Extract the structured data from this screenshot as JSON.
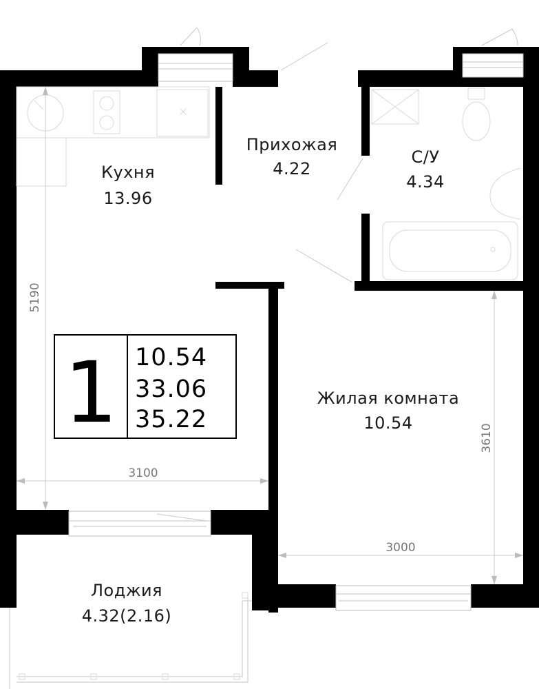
{
  "rooms": {
    "kitchen": {
      "name": "Кухня",
      "area": "13.96"
    },
    "hallway": {
      "name": "Прихожая",
      "area": "4.22"
    },
    "bathroom": {
      "name": "С/У",
      "area": "4.34"
    },
    "living": {
      "name": "Жилая комната",
      "area": "10.54"
    },
    "loggia": {
      "name": "Лоджия",
      "area": "4.32(2.16)"
    }
  },
  "dimensions": {
    "kitchen_width": "3100",
    "kitchen_length": "5190",
    "living_width": "3000",
    "living_length": "3610"
  },
  "summary_badge": {
    "rooms_count": "1",
    "living_area": "10.54",
    "total_area": "33.06",
    "total_area_with_loggia": "35.22"
  }
}
